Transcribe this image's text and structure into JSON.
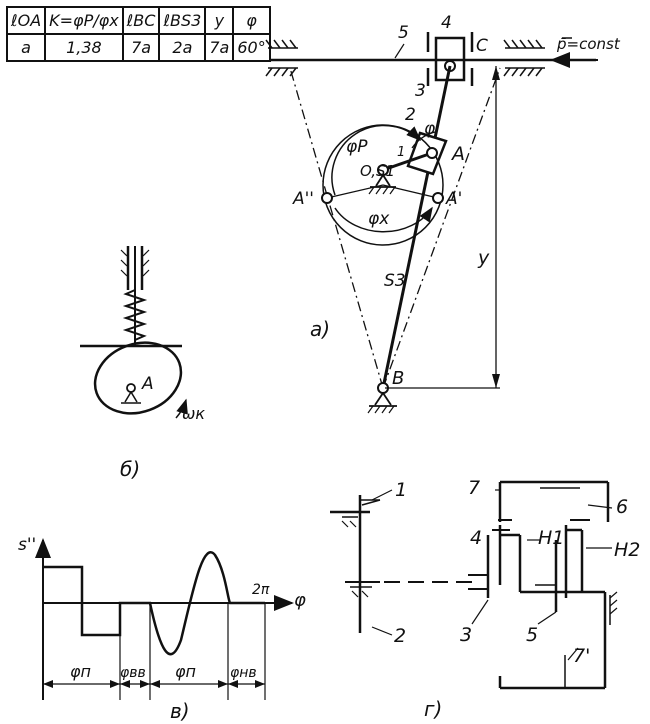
{
  "table": {
    "headers": [
      "ℓOA",
      "K=φP/φx",
      "ℓBC",
      "ℓBS3",
      "y",
      "φ"
    ],
    "values": [
      "a",
      "1,38",
      "7a",
      "2a",
      "7a",
      "60°"
    ]
  },
  "fig_a": {
    "caption": "а)",
    "force": "p̄=const",
    "label_5": "5",
    "label_4": "4",
    "label_C": "C",
    "label_3": "3",
    "label_2": "2",
    "label_1": "1",
    "label_phi": "φ",
    "label_phiP": "φP",
    "label_OS1": "O,S1",
    "label_A": "A",
    "label_A2": "A''",
    "label_A1": "A'",
    "label_phix": "φx",
    "label_S3": "S3",
    "label_y": "y",
    "label_B": "B"
  },
  "fig_b": {
    "caption": "б)",
    "label_A": "A",
    "label_omega": "ωк"
  },
  "fig_v": {
    "caption": "в)",
    "yaxis": "s''",
    "xaxis": "φ",
    "label_2pi": "2π",
    "seg1": "φп",
    "seg2": "φвв",
    "seg3": "φп",
    "seg4": "φнв"
  },
  "fig_g": {
    "caption": "г)",
    "labels": [
      "1",
      "2",
      "3",
      "4",
      "5",
      "6",
      "7",
      "7'",
      "H1",
      "H2"
    ]
  }
}
